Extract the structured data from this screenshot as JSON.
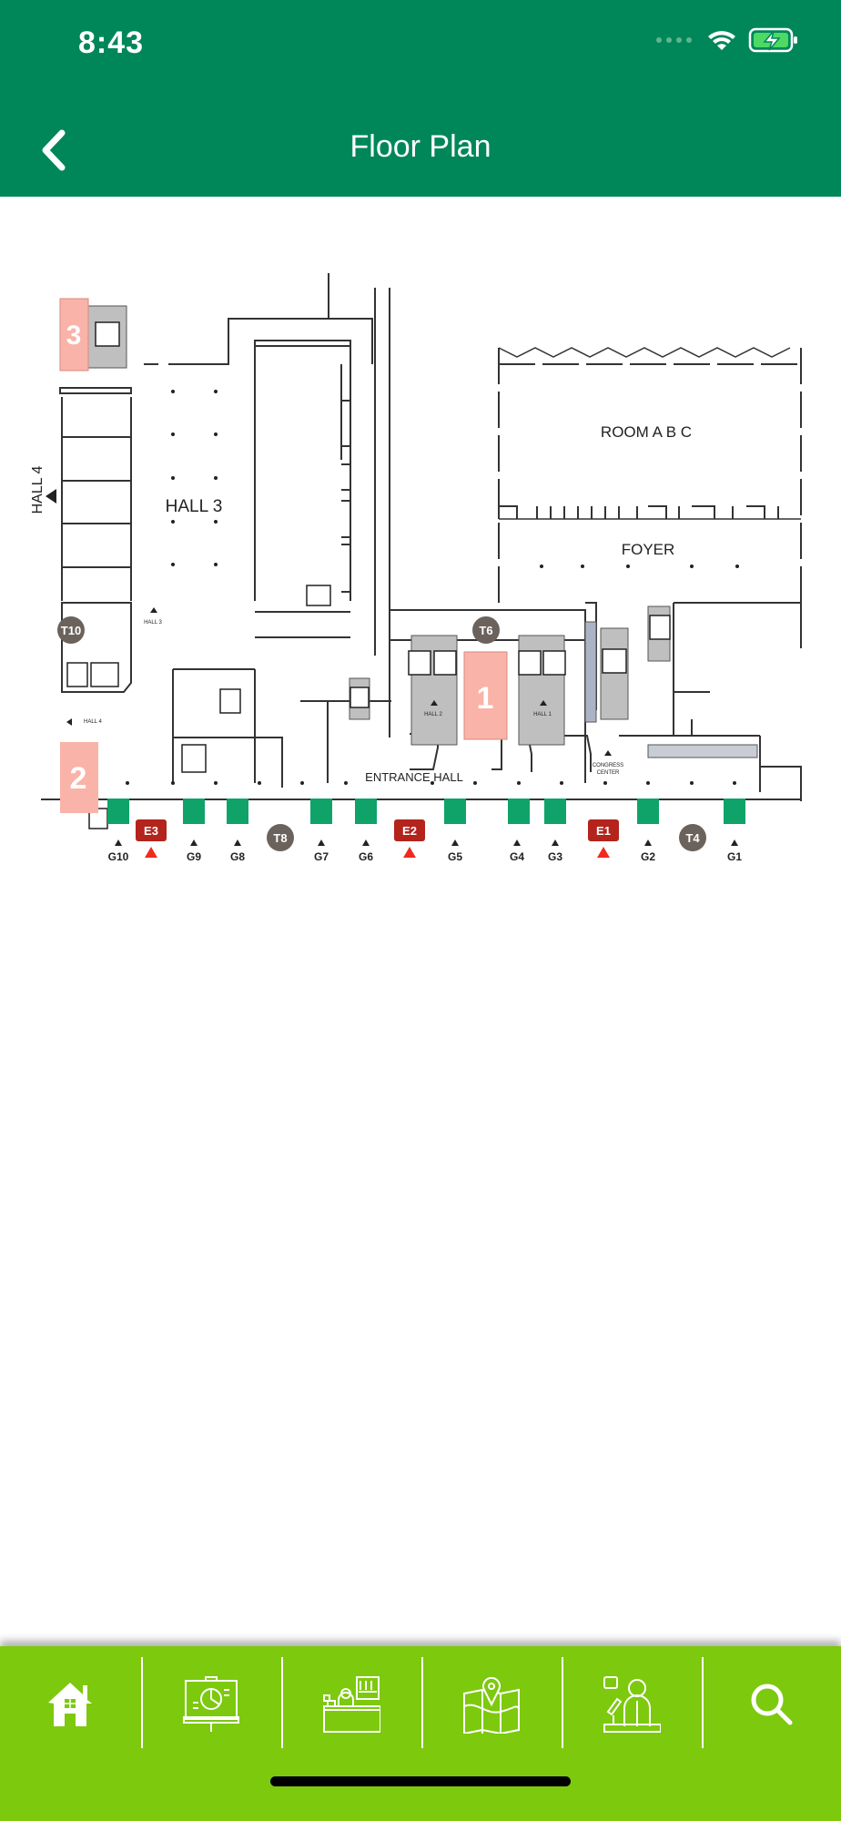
{
  "status_bar": {
    "time": "8:43"
  },
  "header": {
    "title": "Floor Plan",
    "back_icon": "chevron-left-icon"
  },
  "floor_plan": {
    "areas": {
      "hall3": "HALL 3",
      "hall4": "HALL 4",
      "room_abc": "ROOM  A  B  C",
      "foyer": "FOYER",
      "entrance_hall": "ENTRANCE HALL",
      "congress1": "CONGRESS",
      "congress2": "CENTER",
      "hall3_small": "HALL 3",
      "hall4_small": "HALL 4",
      "hall2_small": "HALL 2",
      "hall1_small": "HALL 1"
    },
    "highlighted_rooms": [
      "1",
      "2",
      "3"
    ],
    "terminals": [
      "T10",
      "T6",
      "T8",
      "T4"
    ],
    "entrances": [
      "E3",
      "E2",
      "E1"
    ],
    "gates": [
      "G10",
      "G9",
      "G8",
      "G7",
      "G6",
      "G5",
      "G4",
      "G3",
      "G2",
      "G1"
    ],
    "colors": {
      "highlight": "#f9b3a8",
      "entrance": "#b2241c",
      "exit": "#0fa36a",
      "terminal": "#6b625c"
    }
  },
  "tabbar": {
    "items": [
      {
        "name": "home",
        "icon": "home-icon"
      },
      {
        "name": "presentations",
        "icon": "presentation-icon"
      },
      {
        "name": "exhibitors",
        "icon": "exhibitor-booth-icon"
      },
      {
        "name": "map",
        "icon": "map-icon"
      },
      {
        "name": "speakers",
        "icon": "speaker-icon"
      },
      {
        "name": "search",
        "icon": "search-icon"
      }
    ]
  }
}
